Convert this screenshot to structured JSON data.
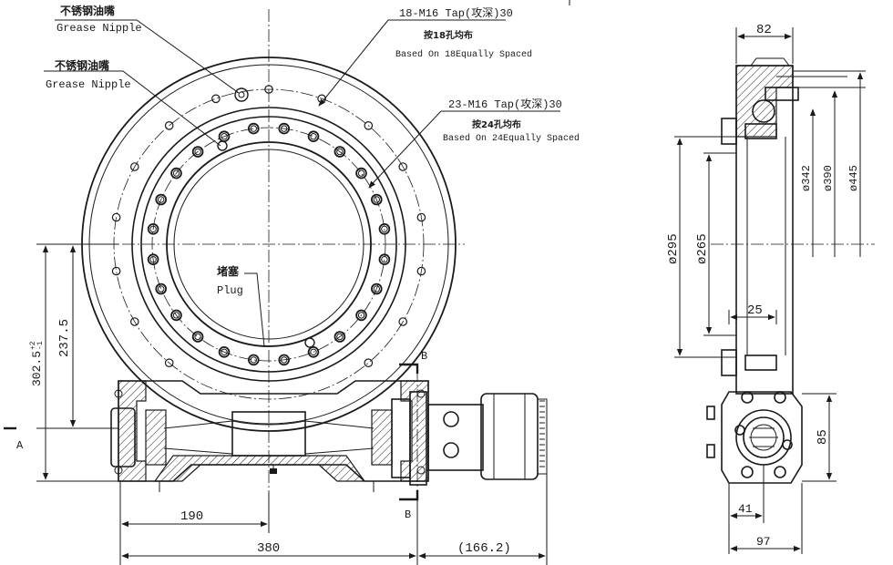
{
  "front_view": {
    "callouts": [
      {
        "cn": "不锈钢油嘴",
        "en": "Grease Nipple"
      },
      {
        "cn": "不锈钢油嘴",
        "en": "Grease Nipple"
      },
      {
        "title": "18-M16 Tap(攻深)30",
        "cn": "按18孔均布",
        "en": "Based On 18Equally Spaced"
      },
      {
        "title": "23-M16 Tap(攻深)30",
        "cn": "按24孔均布",
        "en": "Based On 24Equally Spaced"
      },
      {
        "cn": "堵塞",
        "en": "Plug"
      }
    ],
    "dimensions": {
      "h_302": "302.5",
      "h_302_tol_upper": "+2",
      "h_302_tol_lower": "-1",
      "h_237": "237.5",
      "w_190": "190",
      "w_380": "380",
      "w_166": "(166.2)"
    },
    "section_labels": {
      "top": "B",
      "bottom": "B",
      "left": "A"
    }
  },
  "side_view": {
    "dimensions": {
      "w_82": "82",
      "d_342": "ø342",
      "d_390": "ø390",
      "d_445": "ø445",
      "d_295": "ø295",
      "d_265": "ø265",
      "w_25": "25",
      "h_85": "85",
      "w_41": "41",
      "w_97": "97"
    }
  }
}
